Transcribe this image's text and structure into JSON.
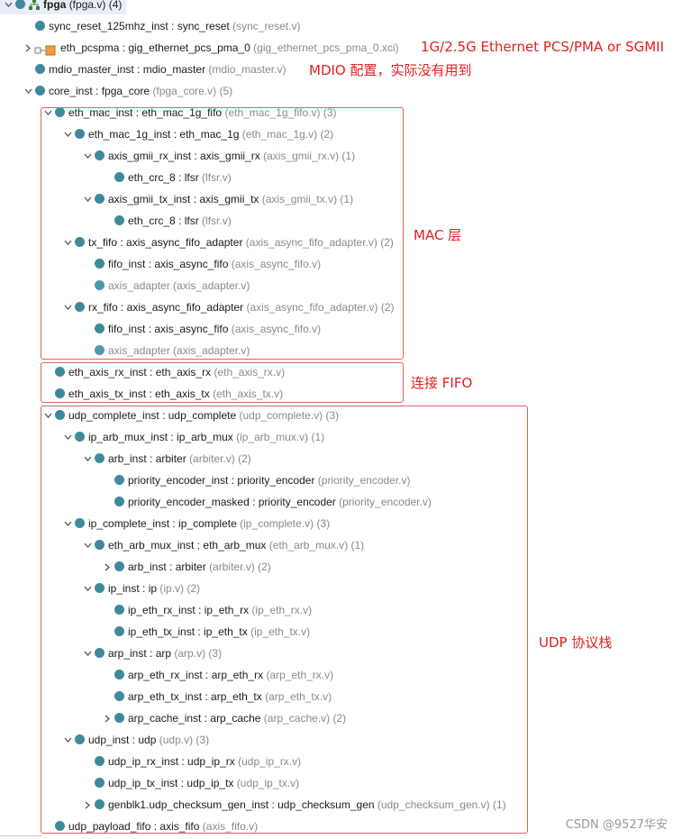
{
  "rows": [
    {
      "indent": 0,
      "toggle": "open",
      "label": "fpga",
      "source": "(fpga.v) (4)",
      "root": true
    },
    {
      "indent": 1,
      "toggle": "none",
      "label": "sync_reset_125mhz_inst : sync_reset",
      "source": "(sync_reset.v)"
    },
    {
      "indent": 1,
      "toggle": "closed",
      "label": "eth_pcspma : gig_ethernet_pcs_pma_0",
      "source": "(gig_ethernet_pcs_pma_0.xci)",
      "ip": true
    },
    {
      "indent": 1,
      "toggle": "none",
      "label": "mdio_master_inst : mdio_master",
      "source": "(mdio_master.v)"
    },
    {
      "indent": 1,
      "toggle": "open",
      "label": "core_inst : fpga_core",
      "source": "(fpga_core.v) (5)"
    },
    {
      "indent": 2,
      "toggle": "open",
      "label": "eth_mac_inst : eth_mac_1g_fifo",
      "source": "(eth_mac_1g_fifo.v) (3)"
    },
    {
      "indent": 3,
      "toggle": "open",
      "label": "eth_mac_1g_inst : eth_mac_1g",
      "source": "(eth_mac_1g.v) (2)"
    },
    {
      "indent": 4,
      "toggle": "open",
      "label": "axis_gmii_rx_inst : axis_gmii_rx",
      "source": "(axis_gmii_rx.v) (1)"
    },
    {
      "indent": 5,
      "toggle": "none",
      "label": "eth_crc_8 : lfsr",
      "source": "(lfsr.v)"
    },
    {
      "indent": 4,
      "toggle": "open",
      "label": "axis_gmii_tx_inst : axis_gmii_tx",
      "source": "(axis_gmii_tx.v) (1)"
    },
    {
      "indent": 5,
      "toggle": "none",
      "label": "eth_crc_8 : lfsr",
      "source": "(lfsr.v)"
    },
    {
      "indent": 3,
      "toggle": "open",
      "label": "tx_fifo : axis_async_fifo_adapter",
      "source": "(axis_async_fifo_adapter.v) (2)"
    },
    {
      "indent": 4,
      "toggle": "none",
      "label": "fifo_inst : axis_async_fifo",
      "source": "(axis_async_fifo.v)"
    },
    {
      "indent": 4,
      "toggle": "none",
      "label": "",
      "source": "axis_adapter (axis_adapter.v)",
      "light": true
    },
    {
      "indent": 3,
      "toggle": "open",
      "label": "rx_fifo : axis_async_fifo_adapter",
      "source": "(axis_async_fifo_adapter.v) (2)"
    },
    {
      "indent": 4,
      "toggle": "none",
      "label": "fifo_inst : axis_async_fifo",
      "source": "(axis_async_fifo.v)"
    },
    {
      "indent": 4,
      "toggle": "none",
      "label": "",
      "source": "axis_adapter (axis_adapter.v)",
      "light": true
    },
    {
      "indent": 2,
      "toggle": "none",
      "label": "eth_axis_rx_inst : eth_axis_rx",
      "source": "(eth_axis_rx.v)"
    },
    {
      "indent": 2,
      "toggle": "none",
      "label": "eth_axis_tx_inst : eth_axis_tx",
      "source": "(eth_axis_tx.v)"
    },
    {
      "indent": 2,
      "toggle": "open",
      "label": "udp_complete_inst : udp_complete",
      "source": "(udp_complete.v) (3)"
    },
    {
      "indent": 3,
      "toggle": "open",
      "label": "ip_arb_mux_inst : ip_arb_mux",
      "source": "(ip_arb_mux.v) (1)"
    },
    {
      "indent": 4,
      "toggle": "open",
      "label": "arb_inst : arbiter",
      "source": "(arbiter.v) (2)"
    },
    {
      "indent": 5,
      "toggle": "none",
      "label": "priority_encoder_inst : priority_encoder",
      "source": "(priority_encoder.v)"
    },
    {
      "indent": 5,
      "toggle": "none",
      "label": "priority_encoder_masked : priority_encoder",
      "source": "(priority_encoder.v)"
    },
    {
      "indent": 3,
      "toggle": "open",
      "label": "ip_complete_inst : ip_complete",
      "source": "(ip_complete.v) (3)"
    },
    {
      "indent": 4,
      "toggle": "open",
      "label": "eth_arb_mux_inst : eth_arb_mux",
      "source": "(eth_arb_mux.v) (1)"
    },
    {
      "indent": 5,
      "toggle": "closed",
      "label": "arb_inst : arbiter",
      "source": "(arbiter.v) (2)"
    },
    {
      "indent": 4,
      "toggle": "open",
      "label": "ip_inst : ip",
      "source": "(ip.v) (2)"
    },
    {
      "indent": 5,
      "toggle": "none",
      "label": "ip_eth_rx_inst : ip_eth_rx",
      "source": "(ip_eth_rx.v)"
    },
    {
      "indent": 5,
      "toggle": "none",
      "label": "ip_eth_tx_inst : ip_eth_tx",
      "source": "(ip_eth_tx.v)"
    },
    {
      "indent": 4,
      "toggle": "open",
      "label": "arp_inst : arp",
      "source": "(arp.v) (3)"
    },
    {
      "indent": 5,
      "toggle": "none",
      "label": "arp_eth_rx_inst : arp_eth_rx",
      "source": "(arp_eth_rx.v)"
    },
    {
      "indent": 5,
      "toggle": "none",
      "label": "arp_eth_tx_inst : arp_eth_tx",
      "source": "(arp_eth_tx.v)"
    },
    {
      "indent": 5,
      "toggle": "closed",
      "label": "arp_cache_inst : arp_cache",
      "source": "(arp_cache.v) (2)"
    },
    {
      "indent": 3,
      "toggle": "open",
      "label": "udp_inst : udp",
      "source": "(udp.v) (3)"
    },
    {
      "indent": 4,
      "toggle": "none",
      "label": "udp_ip_rx_inst : udp_ip_rx",
      "source": "(udp_ip_rx.v)"
    },
    {
      "indent": 4,
      "toggle": "none",
      "label": "udp_ip_tx_inst : udp_ip_tx",
      "source": "(udp_ip_tx.v)"
    },
    {
      "indent": 4,
      "toggle": "closed",
      "label": "genblk1.udp_checksum_gen_inst : udp_checksum_gen",
      "source": "(udp_checksum_gen.v) (1)"
    },
    {
      "indent": 2,
      "toggle": "none",
      "label": "udp_payload_fifo : axis_fifo",
      "source": "(axis_fifo.v)"
    }
  ],
  "annotations": {
    "pcspma": "1G/2.5G Ethernet PCS/PMA or SGMII",
    "mdio": "MDIO 配置，实际没有用到",
    "mac": "MAC 层",
    "fifo": "连接 FIFO",
    "udp": "UDP 协议栈"
  },
  "watermark": "CSDN @9527华安",
  "colors": {
    "node": "#3e8a9c",
    "annotation": "#e02020",
    "box": "#e06060",
    "source": "#8a8a8a",
    "root_bg": "#e8eef7"
  }
}
